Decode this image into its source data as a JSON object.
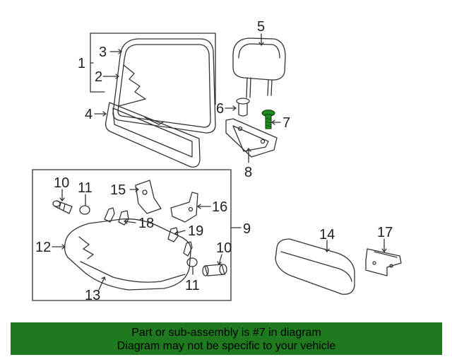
{
  "callouts": {
    "c1": "1",
    "c2": "2",
    "c3": "3",
    "c4": "4",
    "c5": "5",
    "c6": "6",
    "c7": "7",
    "c8": "8",
    "c9": "9",
    "c10a": "10",
    "c10b": "10",
    "c11a": "11",
    "c11b": "11",
    "c12": "12",
    "c13": "13",
    "c14": "14",
    "c15": "15",
    "c16": "16",
    "c17": "17",
    "c18": "18",
    "c19": "19"
  },
  "colors": {
    "highlight": "#1e8a1e",
    "banner": "#1f7a1f",
    "line": "#333333"
  },
  "banner": {
    "line1": "Part or sub-assembly is #7 in diagram",
    "line2": "Diagram may not be specific to your vehicle"
  }
}
